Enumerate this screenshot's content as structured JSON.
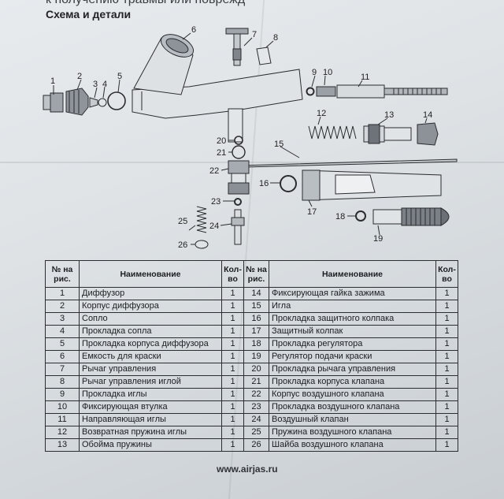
{
  "top_text": "к получению травмы или поврежд",
  "section_title": "Схема и детали",
  "diagram_labels": [
    "1",
    "2",
    "3",
    "4",
    "5",
    "6",
    "7",
    "8",
    "9",
    "10",
    "11",
    "12",
    "13",
    "14",
    "15",
    "16",
    "17",
    "18",
    "19",
    "20",
    "21",
    "22",
    "23",
    "24",
    "25",
    "26"
  ],
  "table": {
    "headers": {
      "num": "№ на рис.",
      "name": "Наименование",
      "qty": "Кол-во"
    },
    "left": [
      {
        "num": "1",
        "name": "Диффузор",
        "qty": "1"
      },
      {
        "num": "2",
        "name": "Корпус диффузора",
        "qty": "1"
      },
      {
        "num": "3",
        "name": "Сопло",
        "qty": "1"
      },
      {
        "num": "4",
        "name": "Прокладка сопла",
        "qty": "1"
      },
      {
        "num": "5",
        "name": "Прокладка корпуса диффузора",
        "qty": "1"
      },
      {
        "num": "6",
        "name": "Емкость для краски",
        "qty": "1"
      },
      {
        "num": "7",
        "name": "Рычаг управления",
        "qty": "1"
      },
      {
        "num": "8",
        "name": "Рычаг управления иглой",
        "qty": "1"
      },
      {
        "num": "9",
        "name": "Прокладка иглы",
        "qty": "1"
      },
      {
        "num": "10",
        "name": "Фиксирующая втулка",
        "qty": "1"
      },
      {
        "num": "11",
        "name": "Направляющая иглы",
        "qty": "1"
      },
      {
        "num": "12",
        "name": "Возвратная пружина иглы",
        "qty": "1"
      },
      {
        "num": "13",
        "name": "Обойма пружины",
        "qty": "1"
      }
    ],
    "right": [
      {
        "num": "14",
        "name": "Фиксирующая гайка зажима",
        "qty": "1"
      },
      {
        "num": "15",
        "name": "Игла",
        "qty": "1"
      },
      {
        "num": "16",
        "name": "Прокладка защитного колпака",
        "qty": "1"
      },
      {
        "num": "17",
        "name": "Защитный колпак",
        "qty": "1"
      },
      {
        "num": "18",
        "name": "Прокладка регулятора",
        "qty": "1"
      },
      {
        "num": "19",
        "name": "Регулятор подачи краски",
        "qty": "1"
      },
      {
        "num": "20",
        "name": "Прокладка рычага управления",
        "qty": "1"
      },
      {
        "num": "21",
        "name": "Прокладка корпуса клапана",
        "qty": "1"
      },
      {
        "num": "22",
        "name": "Корпус воздушного клапана",
        "qty": "1"
      },
      {
        "num": "23",
        "name": "Прокладка воздушного клапана",
        "qty": "1"
      },
      {
        "num": "24",
        "name": "Воздушный клапан",
        "qty": "1"
      },
      {
        "num": "25",
        "name": "Пружина воздушного клапана",
        "qty": "1"
      },
      {
        "num": "26",
        "name": "Шайба воздушного клапана",
        "qty": "1"
      }
    ]
  },
  "footer": "www.airjas.ru"
}
